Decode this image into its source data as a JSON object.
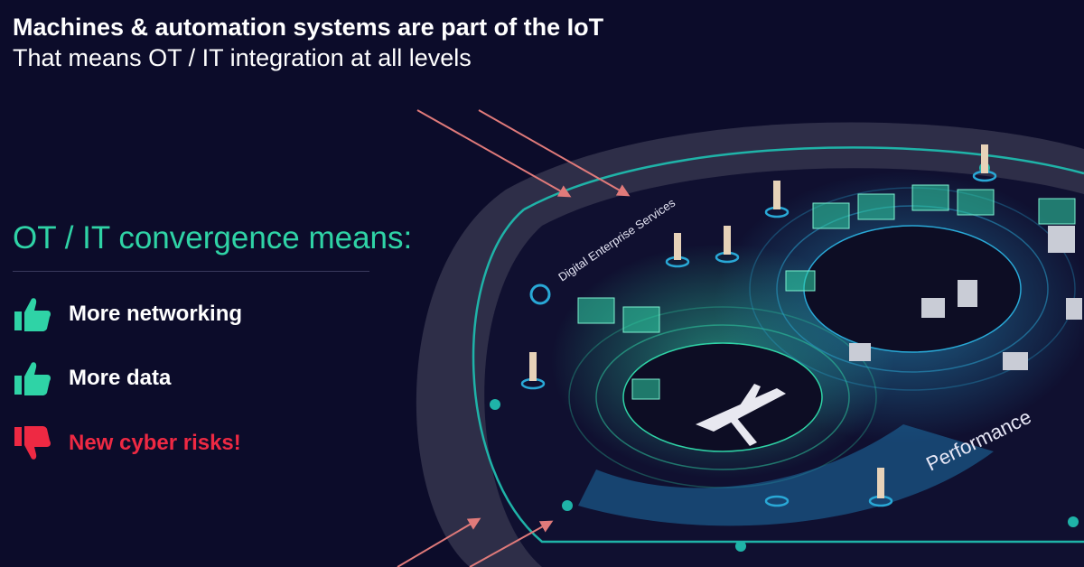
{
  "header": {
    "title": "Machines & automation systems are part of the IoT",
    "subtitle": "That means OT / IT integration at all levels"
  },
  "main": {
    "heading": "OT / IT convergence means:",
    "items": [
      {
        "label": "More networking",
        "icon": "thumbs-up-icon",
        "color": "#2fd3a6"
      },
      {
        "label": "More data",
        "icon": "thumbs-up-icon",
        "color": "#2fd3a6"
      },
      {
        "label": "New cyber risks!",
        "icon": "thumbs-down-icon",
        "color": "#ee2943"
      }
    ]
  },
  "illustration": {
    "ring_label_top": "Digital Enterprise Services",
    "ring_label_bottom": "Performance"
  },
  "colors": {
    "background": "#0c0c2a",
    "accent_green": "#2fd3a6",
    "alert_red": "#ee2943",
    "ring": "#35354f",
    "teal": "#1fb3a8",
    "cyan": "#29a8d6"
  }
}
